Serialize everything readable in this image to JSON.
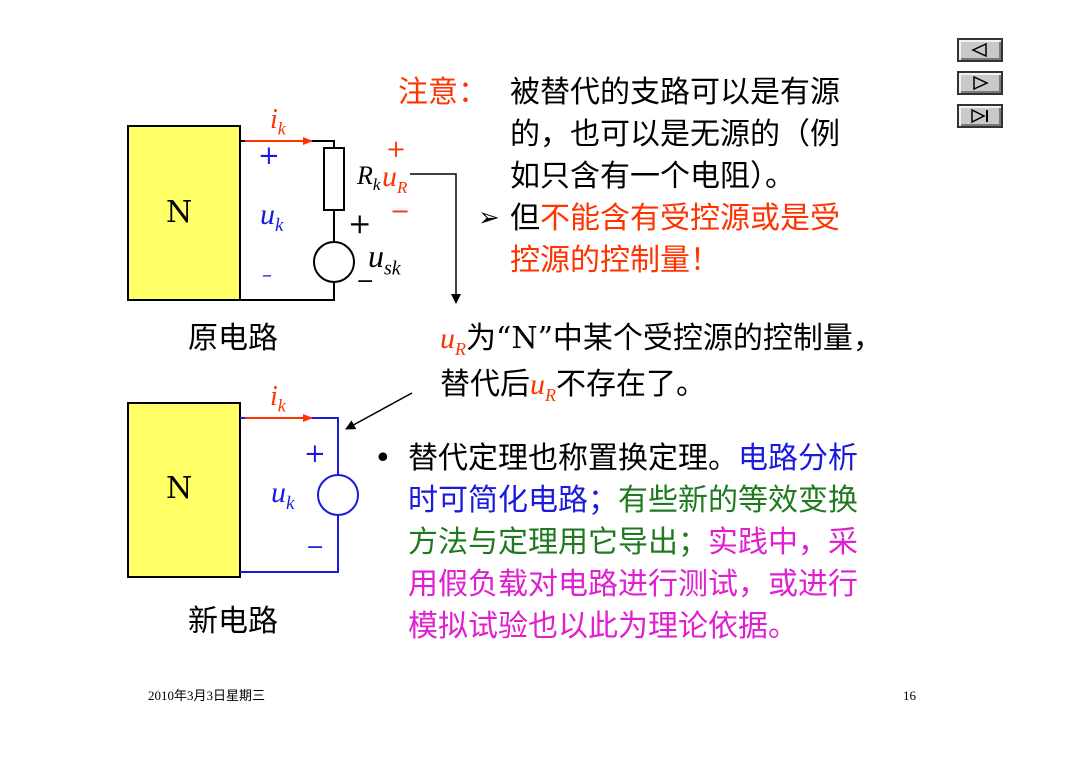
{
  "nav": {
    "icons": [
      "previous-slide-icon",
      "next-slide-icon",
      "last-slide-icon"
    ]
  },
  "colors": {
    "red": "#ff3300",
    "blue": "#1a1adf",
    "green": "#1f7a1f",
    "magenta": "#e01fd0",
    "box_fill": "#ffff66"
  },
  "circuit1": {
    "box_label": "N",
    "ik_main": "i",
    "ik_sub": "k",
    "plus": "+",
    "minus": "–",
    "uk_main": "u",
    "uk_sub": "k",
    "rk_main": "R",
    "rk_sub": "k",
    "ur_main": "u",
    "ur_sub": "R",
    "ur_plus": "+",
    "ur_minus": "−",
    "usk_plus": "+",
    "usk_main": "u",
    "usk_sub": "sk",
    "usk_minus": "−",
    "caption": "原电路"
  },
  "circuit2": {
    "box_label": "N",
    "ik_main": "i",
    "ik_sub": "k",
    "plus": "+",
    "minus": "−",
    "uk_main": "u",
    "uk_sub": "k",
    "caption": "新电路"
  },
  "note": {
    "label": "注意：",
    "line1": "被替代的支路可以是有源",
    "line2": "的，也可以是无源的（例",
    "line3": "如只含有一个电阻）。",
    "bullet": "➢",
    "line4_black": "但",
    "line4_red": "不能含有受控源或是受",
    "line5_red": "控源的控制量！"
  },
  "explain": {
    "ur_main": "u",
    "ur_sub": "R",
    "line1_rest": "为“N”中某个受控源的控制量，",
    "line2_pre": "替代后",
    "line2_ur_main": "u",
    "line2_ur_sub": "R",
    "line2_post": "不存在了。"
  },
  "theorem": {
    "bullet": "•",
    "l1_black": "替代定理也称置换定理。",
    "l1_blue": "电路分析",
    "l2_blue": "时可简化电路；",
    "l2_green": "有些新的等效变换",
    "l3_green": "方法与定理用它导出；",
    "l3_magenta": "实践中，采",
    "l4_magenta": "用假负载对电路进行测试，或进行",
    "l5_magenta": "模拟试验也以此为理论依据。"
  },
  "footer": {
    "date": "2010年3月3日星期三",
    "page": "16"
  }
}
